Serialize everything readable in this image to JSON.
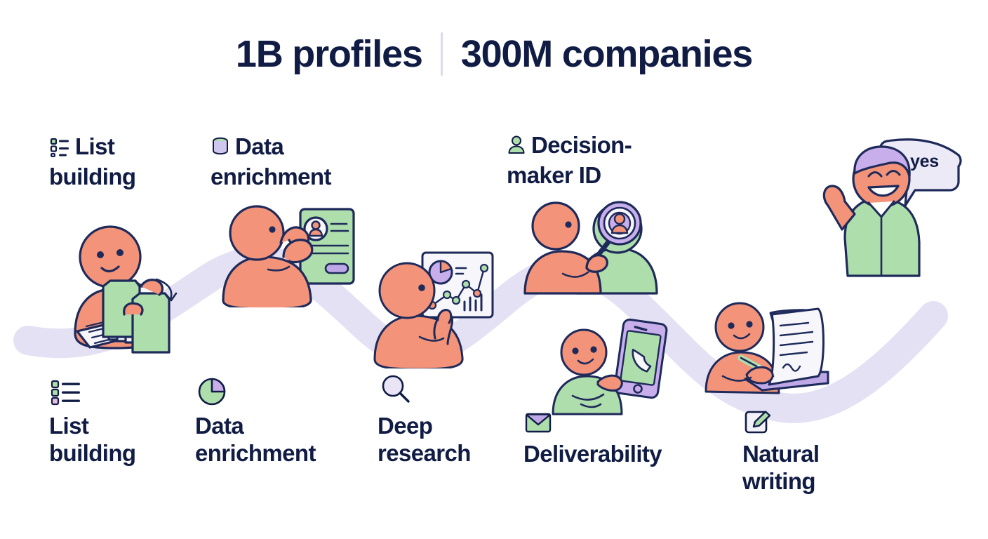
{
  "headline": {
    "stat_profiles": "1B profiles",
    "stat_companies": "300M companies",
    "divider": "|"
  },
  "colors": {
    "navy": "#111C44",
    "skin": "#F2937A",
    "green": "#AEDEAC",
    "lavender": "#BFA8E6",
    "ribbon": "#E4E1F4",
    "paper": "#F3F3FA",
    "white": "#FFFFFF"
  },
  "top_labels": [
    {
      "id": "list-building",
      "line1": "List",
      "line2": "building",
      "icon": "list-checklist-icon"
    },
    {
      "id": "data-enrichment",
      "line1": "Data",
      "line2": "enrichment",
      "icon": "database-icon"
    },
    {
      "id": "decision-maker-id",
      "line1": "Decision-",
      "line2": "maker ID",
      "icon": "person-icon"
    }
  ],
  "bottom_labels": [
    {
      "id": "list-building",
      "line1": "List",
      "line2": "building",
      "icon": "list-bullets-icon"
    },
    {
      "id": "data-enrichment",
      "line1": "Data",
      "line2": "enrichment",
      "icon": "pie-chart-icon"
    },
    {
      "id": "deep-research",
      "line1": "Deep",
      "line2": "research",
      "icon": "magnifier-icon"
    },
    {
      "id": "deliverability",
      "line1": "Deliverability",
      "line2": "",
      "icon": "envelope-icon"
    },
    {
      "id": "natural-writing",
      "line1": "Natural",
      "line2": "writing",
      "icon": "pencil-square-icon"
    }
  ],
  "speech_bubble": {
    "text": "yes"
  },
  "scenes": [
    {
      "id": "list-building-scene",
      "description": "person flipping through folders with a document"
    },
    {
      "id": "data-enrichment-scene",
      "description": "person touching a green profile card"
    },
    {
      "id": "deep-research-scene",
      "description": "person pointing at an analytics dashboard"
    },
    {
      "id": "decision-maker-scene",
      "description": "person holding a magnifier over a colleague"
    },
    {
      "id": "deliverability-scene",
      "description": "person holding a phone showing a call icon"
    },
    {
      "id": "natural-writing-scene",
      "description": "person writing on a scroll with a pencil"
    },
    {
      "id": "happy-person-scene",
      "description": "smiling person waving and saying yes"
    }
  ]
}
